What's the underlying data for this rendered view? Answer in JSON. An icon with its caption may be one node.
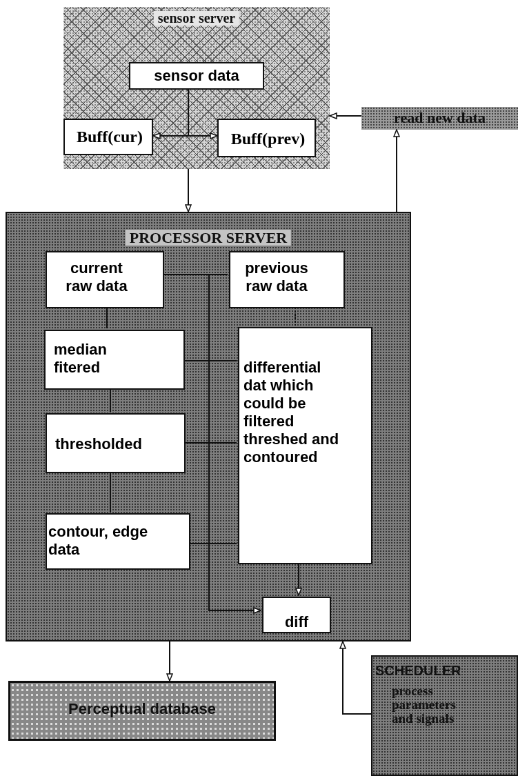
{
  "diagram": {
    "nodes": [
      {
        "text": [
          "sensor server"
        ]
      },
      {
        "text": [
          "sensor data"
        ],
        "in": 0
      },
      {
        "text": [
          "Buff(cur)"
        ],
        "in": 0
      },
      {
        "text": [
          "Buff(prev)"
        ],
        "in": 0
      },
      {
        "text": [
          "read new data"
        ]
      },
      {
        "text": [
          "PROCESSOR SERVER"
        ]
      },
      {
        "text": [
          "current raw data"
        ],
        "in": 5
      },
      {
        "text": [
          "previous raw data"
        ],
        "in": 5
      },
      {
        "text": [
          "median fitered"
        ],
        "in": 5
      },
      {
        "text": [
          "thresholded"
        ],
        "in": 5
      },
      {
        "text": [
          "differential dat which could be filtered threshed and contoured"
        ],
        "in": 5
      },
      {
        "text": [
          "contour, edge data"
        ],
        "in": 5
      },
      {
        "text": [
          "diff"
        ],
        "in": 5
      },
      {
        "text": [
          "Perceptual database"
        ]
      },
      {
        "text": [
          "SCHEDULER",
          "process parameters and signals"
        ]
      }
    ],
    "edges": [
      {
        "from": 1,
        "to": 2,
        "arrow": "to"
      },
      {
        "from": 1,
        "to": 3,
        "arrow": "to"
      },
      {
        "from": 0,
        "to": 5,
        "arrow": "to"
      },
      {
        "from": 4,
        "to": 0,
        "arrow": "to"
      },
      {
        "from": 5,
        "to": 4,
        "arrow": "to"
      },
      {
        "from": 6,
        "to": 7,
        "arrow": "none"
      },
      {
        "from": 6,
        "to": 8,
        "arrow": "none"
      },
      {
        "from": 8,
        "to": 9,
        "arrow": "none"
      },
      {
        "from": 9,
        "to": 11,
        "arrow": "none"
      },
      {
        "from": 7,
        "to": 10,
        "arrow": "none",
        "style": "dashed"
      },
      {
        "from": 8,
        "to": 10,
        "arrow": "none"
      },
      {
        "from": 9,
        "to": 10,
        "arrow": "none"
      },
      {
        "from": 11,
        "to": 10,
        "arrow": "none"
      },
      {
        "from": 6,
        "to": 12,
        "arrow": "to"
      },
      {
        "from": 10,
        "to": 12,
        "arrow": "to"
      },
      {
        "from": 5,
        "to": 13,
        "arrow": "to"
      },
      {
        "from": 14,
        "to": 5,
        "arrow": "to"
      }
    ]
  }
}
